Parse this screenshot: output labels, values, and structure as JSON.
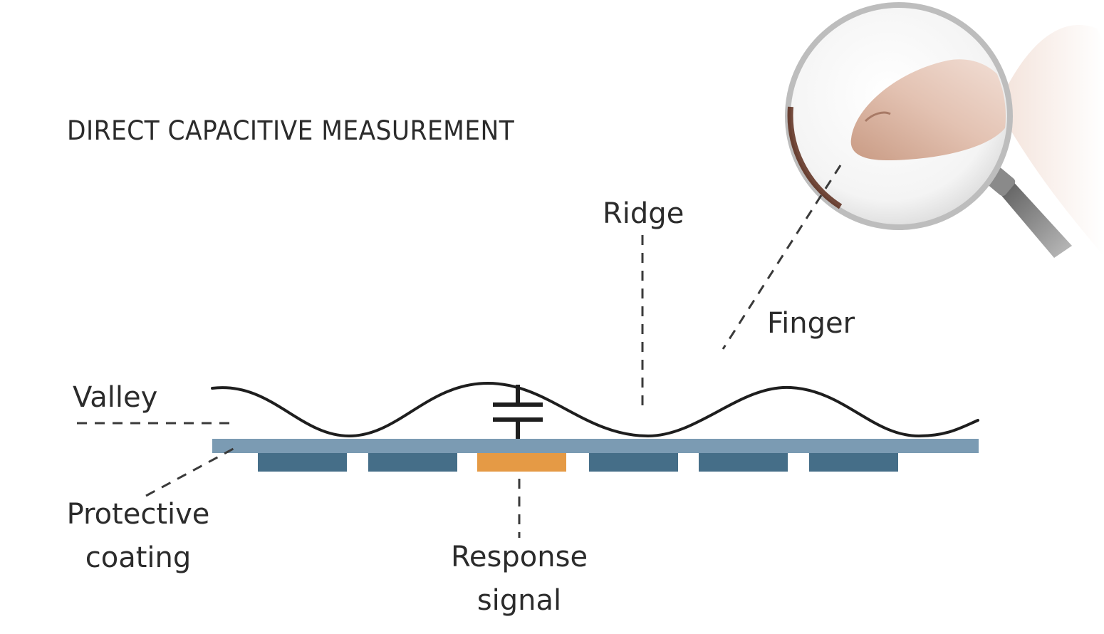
{
  "diagram": {
    "title": "DIRECT CAPACITIVE MEASUREMENT",
    "labels": {
      "ridge": "Ridge",
      "finger": "Finger",
      "valley": "Valley",
      "protective_coating_line1": "Protective",
      "protective_coating_line2": "coating",
      "response_signal_line1": "Response",
      "response_signal_line2": "signal"
    },
    "colors": {
      "text": "#2b2b2b",
      "finger_outline": "#1e1e1e",
      "coating": "#7b9bb3",
      "sensor_pixel": "#456e88",
      "active_pixel": "#e59a45",
      "leader_line": "#3a3a3a"
    },
    "icons": {
      "capacitor": "capacitor-symbol-icon",
      "magnifier": "magnifying-glass-with-finger-icon"
    }
  }
}
